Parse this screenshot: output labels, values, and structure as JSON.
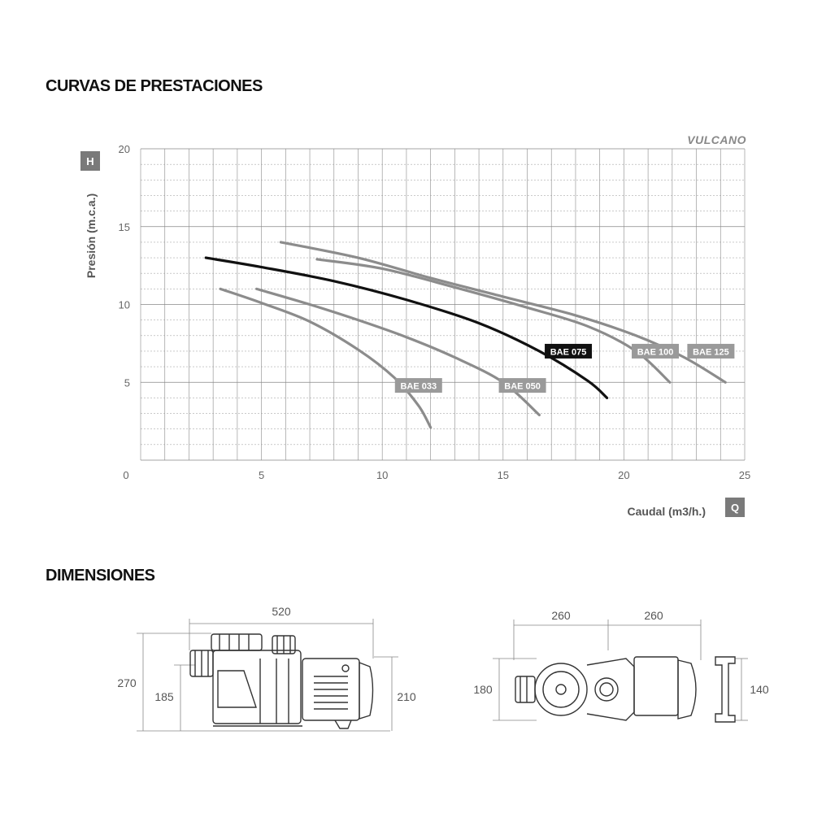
{
  "sections": {
    "performance_title": "CURVAS DE PRESTACIONES",
    "dimensions_title": "DIMENSIONES"
  },
  "brand": "VULCANO",
  "chart_data": {
    "type": "line",
    "y_badge": "H",
    "x_badge": "Q",
    "ylabel": "Presión (m.c.a.)",
    "xlabel": "Caudal (m3/h.)",
    "xlim": [
      0,
      25
    ],
    "ylim": [
      0,
      20
    ],
    "xticks": [
      0,
      5,
      10,
      15,
      20,
      25
    ],
    "yticks": [
      5,
      10,
      15,
      20
    ],
    "grid": true,
    "series": [
      {
        "name": "BAE 033",
        "highlight": false,
        "label_at": [
          11.5,
          4.8
        ],
        "points": [
          [
            3.3,
            11
          ],
          [
            5,
            10.1
          ],
          [
            7,
            8.9
          ],
          [
            9,
            7.1
          ],
          [
            10.5,
            5.3
          ],
          [
            11.5,
            3.5
          ],
          [
            12,
            2.1
          ]
        ]
      },
      {
        "name": "BAE 050",
        "highlight": false,
        "label_at": [
          15.8,
          4.8
        ],
        "points": [
          [
            4.8,
            11
          ],
          [
            7,
            10
          ],
          [
            9,
            9
          ],
          [
            11,
            7.9
          ],
          [
            13,
            6.6
          ],
          [
            15,
            5
          ],
          [
            16.5,
            2.9
          ]
        ]
      },
      {
        "name": "BAE 075",
        "highlight": true,
        "label_at": [
          17.7,
          7
        ],
        "points": [
          [
            2.7,
            13
          ],
          [
            5,
            12.4
          ],
          [
            8,
            11.5
          ],
          [
            11,
            10.3
          ],
          [
            14,
            8.8
          ],
          [
            16.5,
            7
          ],
          [
            18.5,
            5.1
          ],
          [
            19.3,
            4
          ]
        ]
      },
      {
        "name": "BAE 100",
        "highlight": false,
        "label_at": [
          21.3,
          7
        ],
        "points": [
          [
            7.3,
            12.9
          ],
          [
            10,
            12.3
          ],
          [
            13,
            11.1
          ],
          [
            16,
            9.8
          ],
          [
            18.5,
            8.6
          ],
          [
            20.5,
            7
          ],
          [
            21.9,
            5
          ]
        ]
      },
      {
        "name": "BAE 125",
        "highlight": false,
        "label_at": [
          23.6,
          7
        ],
        "points": [
          [
            5.8,
            14
          ],
          [
            9,
            13
          ],
          [
            12,
            11.7
          ],
          [
            15,
            10.5
          ],
          [
            18,
            9.3
          ],
          [
            20.5,
            8
          ],
          [
            22.5,
            6.6
          ],
          [
            24.2,
            5
          ]
        ]
      }
    ]
  },
  "dimensions": {
    "side_view": {
      "length": "520",
      "height": "270",
      "axis_height": "185",
      "motor_height": "210"
    },
    "top_view": {
      "width_left": "260",
      "width_right": "260",
      "depth": "180",
      "base": "140"
    }
  }
}
